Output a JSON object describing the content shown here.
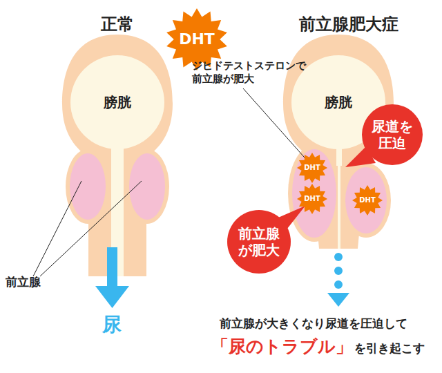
{
  "diagram": {
    "nodes": [
      {
        "text": [
          "DHT"
        ]
      },
      {
        "text": [
          "膀胱"
        ]
      },
      {
        "text": [
          "膀胱"
        ]
      },
      {
        "text": [
          "DHT"
        ]
      },
      {
        "text": [
          "尿道を 圧迫"
        ]
      },
      {
        "text": [
          "DHT"
        ]
      },
      {
        "text": [
          "DHT"
        ]
      },
      {
        "text": [
          "前立腺 が肥大"
        ]
      }
    ],
    "labels": [
      "正常",
      "前立腺肥大症",
      "ジヒドテストステロンで 前立腺が肥大",
      "前立腺",
      "尿",
      "前立腺が大きくなり尿道を圧迫して",
      "「尿のトラブル」",
      "を引き起こす"
    ]
  }
}
